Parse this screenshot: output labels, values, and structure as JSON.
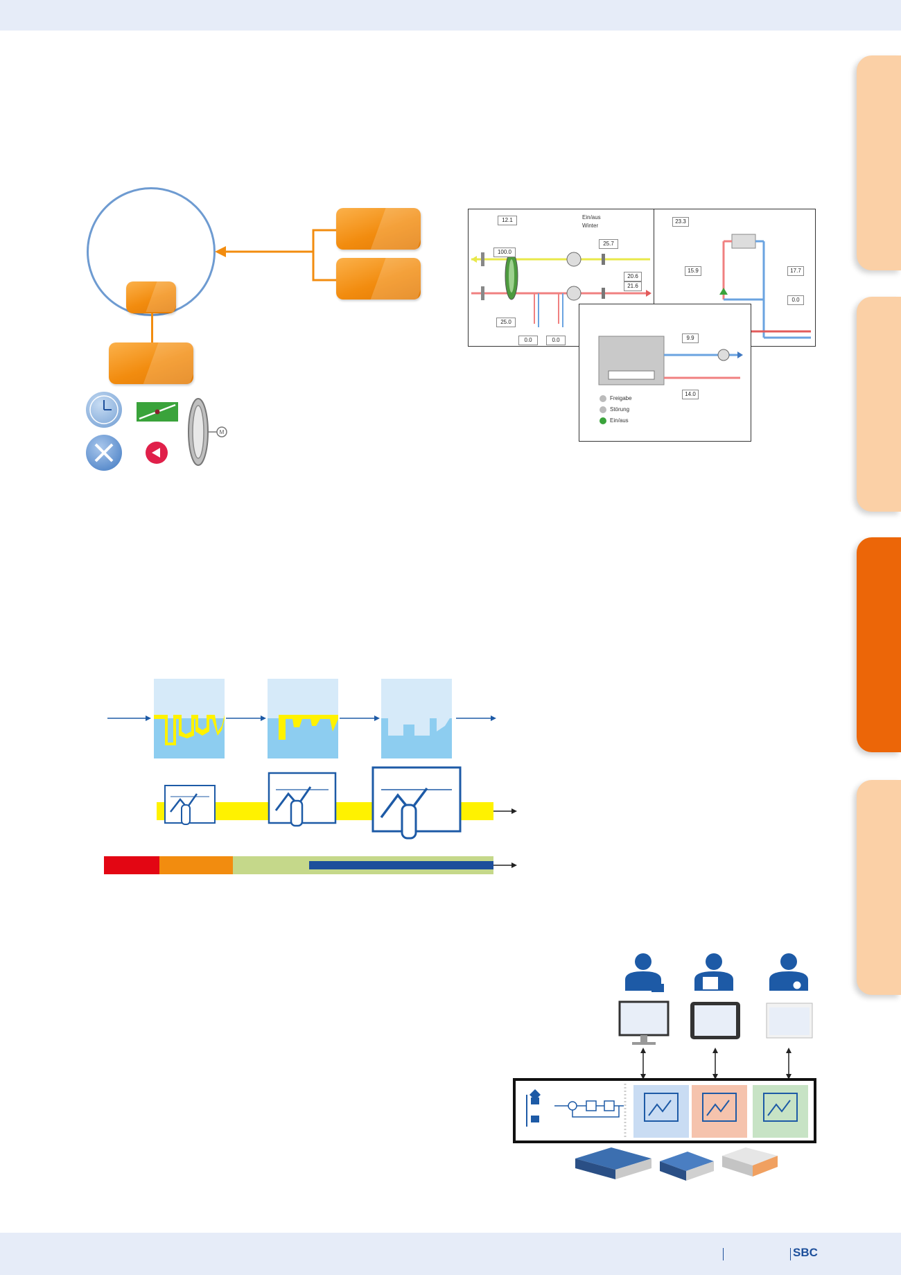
{
  "footer": {
    "brand": "SBC"
  },
  "scada": {
    "ahu": {
      "v_top": "12.1",
      "v_supply": "100.0",
      "v_return_temp": "25.7",
      "v_mid1": "20.6",
      "v_mid2": "21.6",
      "v_bottom_left": "25.0",
      "v_bottom1": "0.0",
      "v_bottom2": "0.0",
      "status1": "Ein/aus",
      "status2": "Winter"
    },
    "heating": {
      "v_top": "23.3",
      "v_mid": "15.9",
      "v_right1": "17.7",
      "v_right2": "0.0"
    },
    "chiller": {
      "v_top": "9.9",
      "v_bottom": "14.0",
      "status1": "Freigabe",
      "status2": "Störung",
      "status3": "Ein/aus"
    }
  },
  "colors": {
    "orange": "#f28c0f",
    "tab_active": "#ec6608",
    "tab_pale": "#fbd0a6",
    "blue_dark": "#1d5aa6",
    "yellow": "#fff200",
    "red": "#e30613",
    "green_light": "#c5d88a"
  }
}
